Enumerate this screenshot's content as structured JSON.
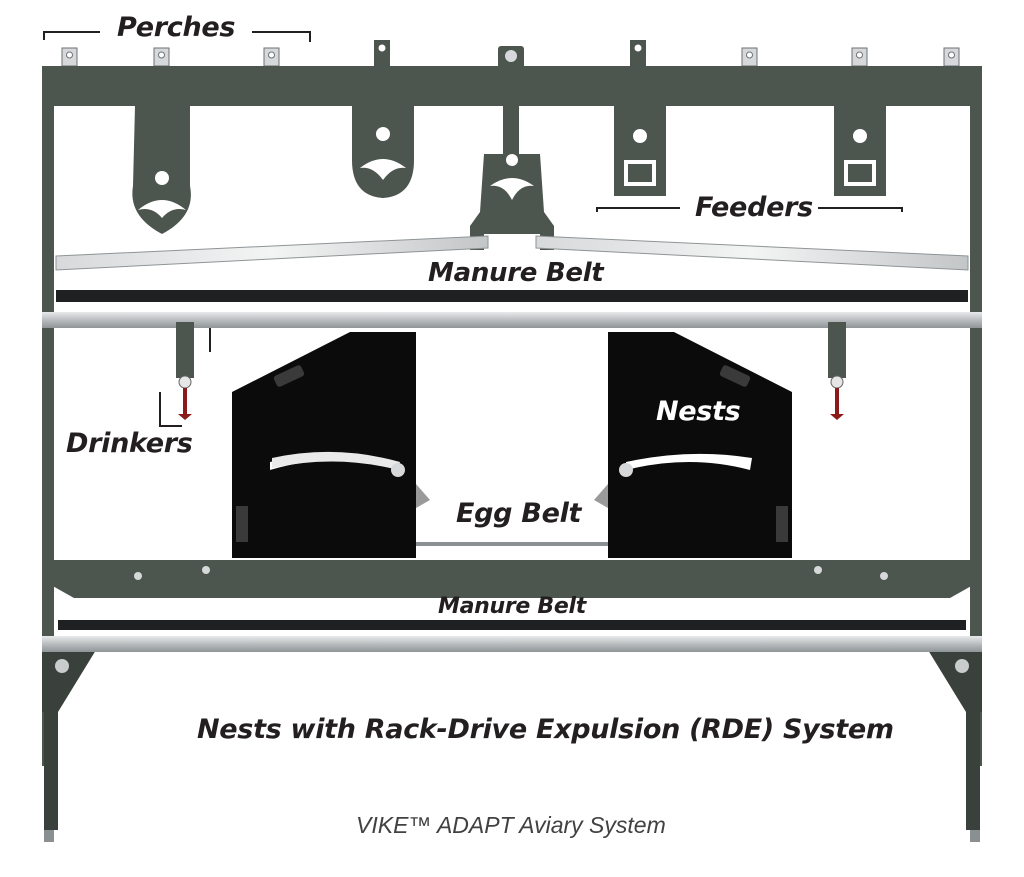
{
  "labels": {
    "perches": "Perches",
    "feeders": "Feeders",
    "manure_belt_top": "Manure Belt",
    "drinkers": "Drinkers",
    "nests": "Nests",
    "egg_belt": "Egg Belt",
    "manure_belt_bottom": "Manure Belt"
  },
  "title": "Nests with Rack-Drive Expulsion (RDE) System",
  "caption": "VIKE™ ADAPT Aviary System",
  "colors": {
    "frame": "#4d554f",
    "frame_dark": "#3a403b",
    "nest": "#0b0b0b",
    "belt_dark": "#1e2022",
    "belt_silver": "#c9cccd",
    "drinker_red": "#8b1a1a",
    "text": "#231f20"
  }
}
